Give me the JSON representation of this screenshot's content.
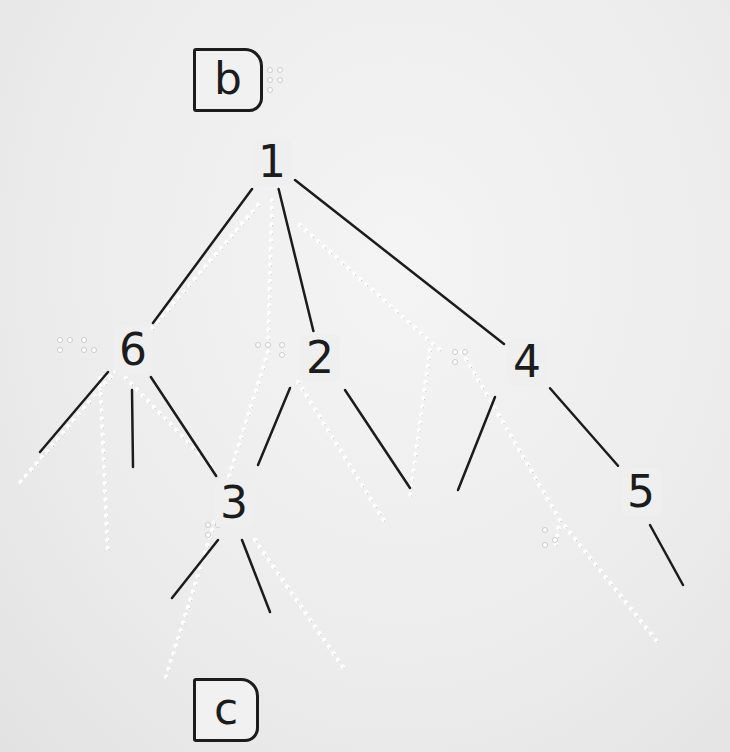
{
  "diagram": {
    "nodes": [
      {
        "text": [
          "b"
        ]
      },
      {
        "text": [
          "1"
        ]
      },
      {
        "text": [
          "6"
        ]
      },
      {
        "text": [
          "2"
        ]
      },
      {
        "text": [
          "4"
        ]
      },
      {
        "text": [
          "3"
        ]
      },
      {
        "text": [
          "5"
        ]
      },
      {
        "text": [
          "c"
        ]
      }
    ],
    "edges": [
      {
        "from": 1,
        "to": 2,
        "arrow": "none"
      },
      {
        "from": 1,
        "to": 3,
        "arrow": "none"
      },
      {
        "from": 1,
        "to": 4,
        "arrow": "none"
      },
      {
        "from": 2,
        "to": 5,
        "arrow": "none"
      },
      {
        "from": 4,
        "to": 6,
        "arrow": "none"
      }
    ]
  }
}
